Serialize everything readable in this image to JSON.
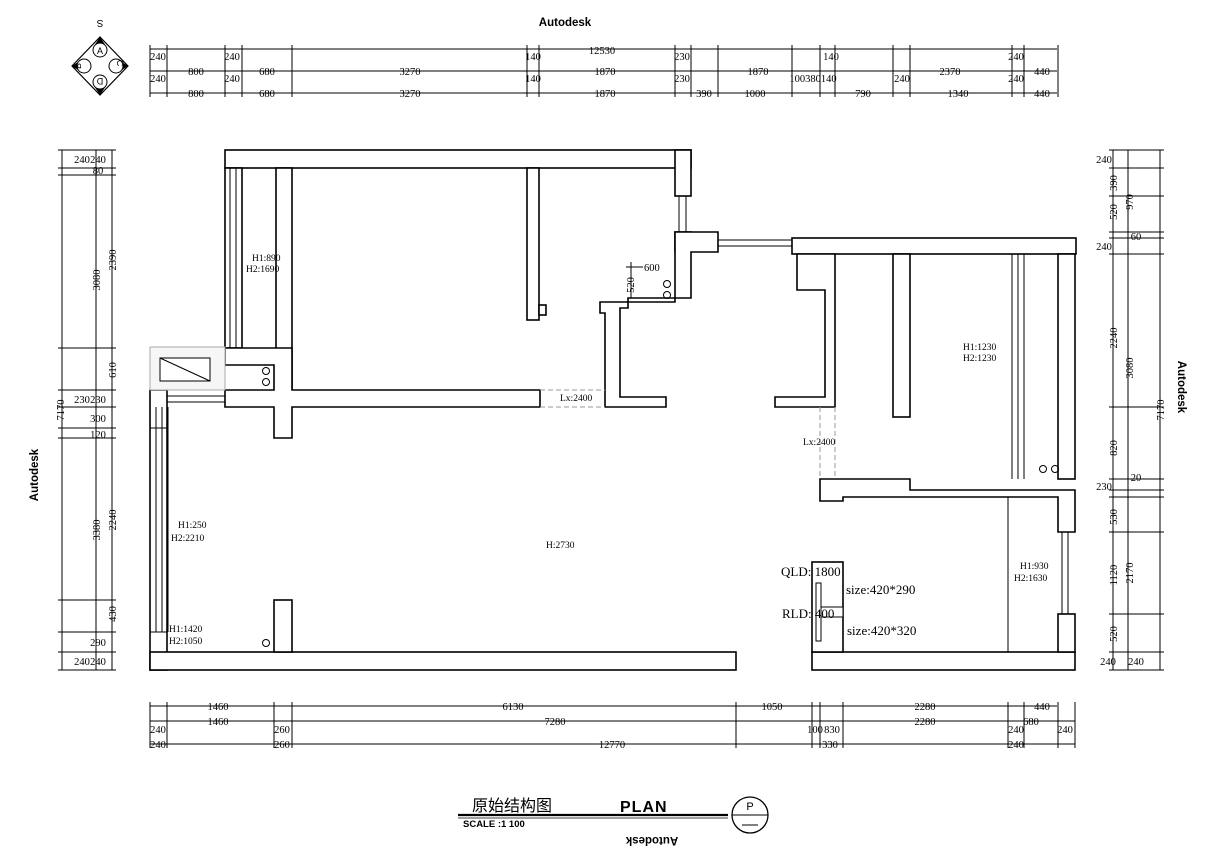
{
  "brand_top": "Autodesk",
  "brand_left": "Autodesk",
  "brand_right": "Autodesk",
  "brand_bottom": "Autodesk",
  "compass": {
    "s": "S",
    "a": "A",
    "b": "B",
    "c": "C",
    "d": "D"
  },
  "top_dims": {
    "row1": [
      "240",
      "240",
      "12530",
      "140",
      "230",
      "140",
      "240"
    ],
    "row2": [
      "240",
      "800",
      "240",
      "680",
      "3270",
      "140",
      "1870",
      "230",
      "1870",
      "100380140",
      "240",
      "2370",
      "240",
      "440"
    ],
    "row3": [
      "800",
      "680",
      "3270",
      "1870",
      "390",
      "1000",
      "790",
      "1340",
      "440"
    ]
  },
  "bottom_dims": {
    "row1": [
      "1460",
      "6130",
      "1050",
      "2280",
      "440"
    ],
    "row2": [
      "1460",
      "7280",
      "2280",
      "680",
      "240"
    ],
    "row3": [
      "240",
      "260",
      "100",
      "830",
      "240"
    ],
    "row4": [
      "240",
      "260",
      "12770",
      "330",
      "240"
    ]
  },
  "left_dims": {
    "outer": [
      "7170"
    ],
    "mid": [
      "240",
      "3080",
      "230",
      "3380",
      "240"
    ],
    "inner": [
      "240",
      "80",
      "2390",
      "610",
      "230",
      "300",
      "120",
      "2240",
      "430",
      "290",
      "240"
    ]
  },
  "right_dims": {
    "outer": [
      "7170"
    ],
    "mid": [
      "240",
      "520",
      "240",
      "3080",
      "230",
      "1120",
      "240"
    ],
    "inner": [
      "390",
      "970",
      "60",
      "2240",
      "820",
      "20",
      "530",
      "2170",
      "520",
      "240"
    ]
  },
  "notes": {
    "w1": [
      "H1:890",
      "H2:1690"
    ],
    "w2": [
      "H1:1230",
      "H2:1230"
    ],
    "w3": [
      "H1:250",
      "H2:2210"
    ],
    "w4": [
      "H1:1420",
      "H2:1050"
    ],
    "w5": [
      "H1:930",
      "H2:1630"
    ],
    "ceiling": "H:2730",
    "lx1": "Lx:2400",
    "lx2": "Lx:2400",
    "d600": "600",
    "d520": "520",
    "qld": "QLD: 1800",
    "rld": "RLD: 400",
    "size1": "size:420*290",
    "size2": "size:420*320"
  },
  "title": {
    "cn": "原始结构图",
    "en": "PLAN",
    "scale": "SCALE :1   100",
    "badge": "P"
  }
}
